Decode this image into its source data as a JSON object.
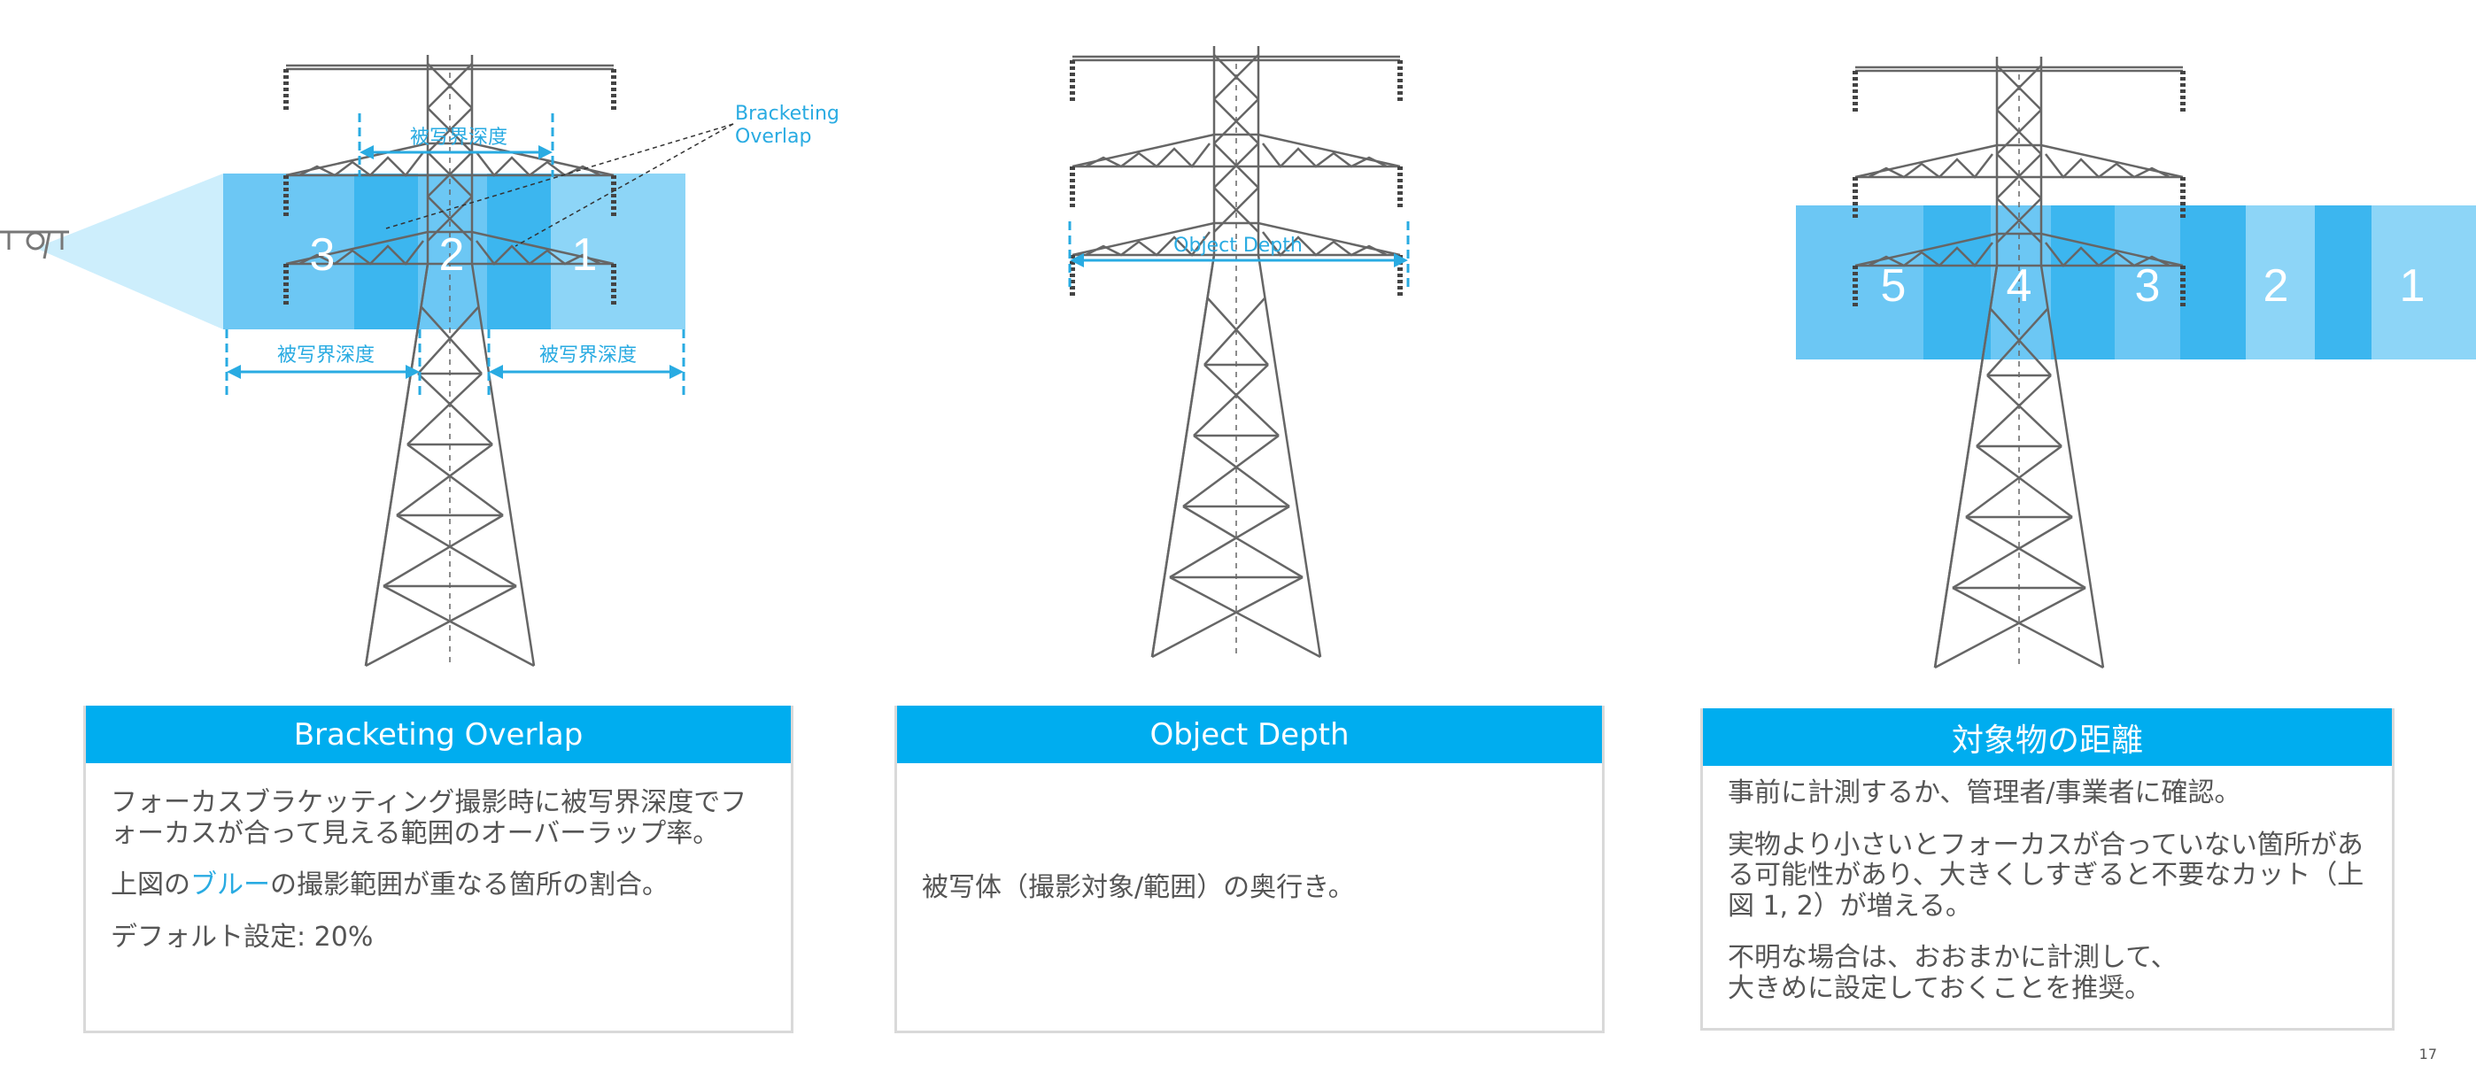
{
  "diagram": {
    "left": {
      "bracket_top_label": "被写界深度",
      "bracket_left_label": "被写界深度",
      "bracket_right_label": "被写界深度",
      "overlap_label_line1": "Bracketing",
      "overlap_label_line2": "Overlap",
      "segments": [
        "3",
        "2",
        "1"
      ]
    },
    "middle": {
      "depth_label": "Object Depth"
    },
    "right": {
      "segments": [
        "5",
        "4",
        "3",
        "2",
        "1"
      ]
    }
  },
  "cards": [
    {
      "title": "Bracketing Overlap",
      "paragraphs": {
        "p1": "フォーカスブラケッティング撮影時に被写界深度でフォーカスが合って見える範囲のオーバーラップ率。",
        "p2_before": "上図の",
        "p2_accent": "ブルー",
        "p2_after": "の撮影範囲が重なる箇所の割合。",
        "p3": "デフォルト設定: 20%"
      }
    },
    {
      "title": "Object Depth",
      "paragraphs": {
        "p1": "被写体（撮影対象/範囲）の奥行き。"
      }
    },
    {
      "title": "対象物の距離",
      "paragraphs": {
        "p1": "事前に計測するか、管理者/事業者に確認。",
        "p2": "実物より小さいとフォーカスが合っていない箇所がある可能性があり、大きくしすぎると不要なカット（上図 1, 2）が増える。",
        "p3_line1": "不明な場合は、おおまかに計測して、",
        "p3_line2": "大きめに設定しておくことを推奨。"
      }
    }
  ],
  "page_number": "17",
  "colors": {
    "header_blue": "#00adef",
    "dim_blue": "#29abe2",
    "band_light": "#a6dcf8",
    "band_mid": "#6cc7f4",
    "band_dark": "#3cb6ef"
  }
}
